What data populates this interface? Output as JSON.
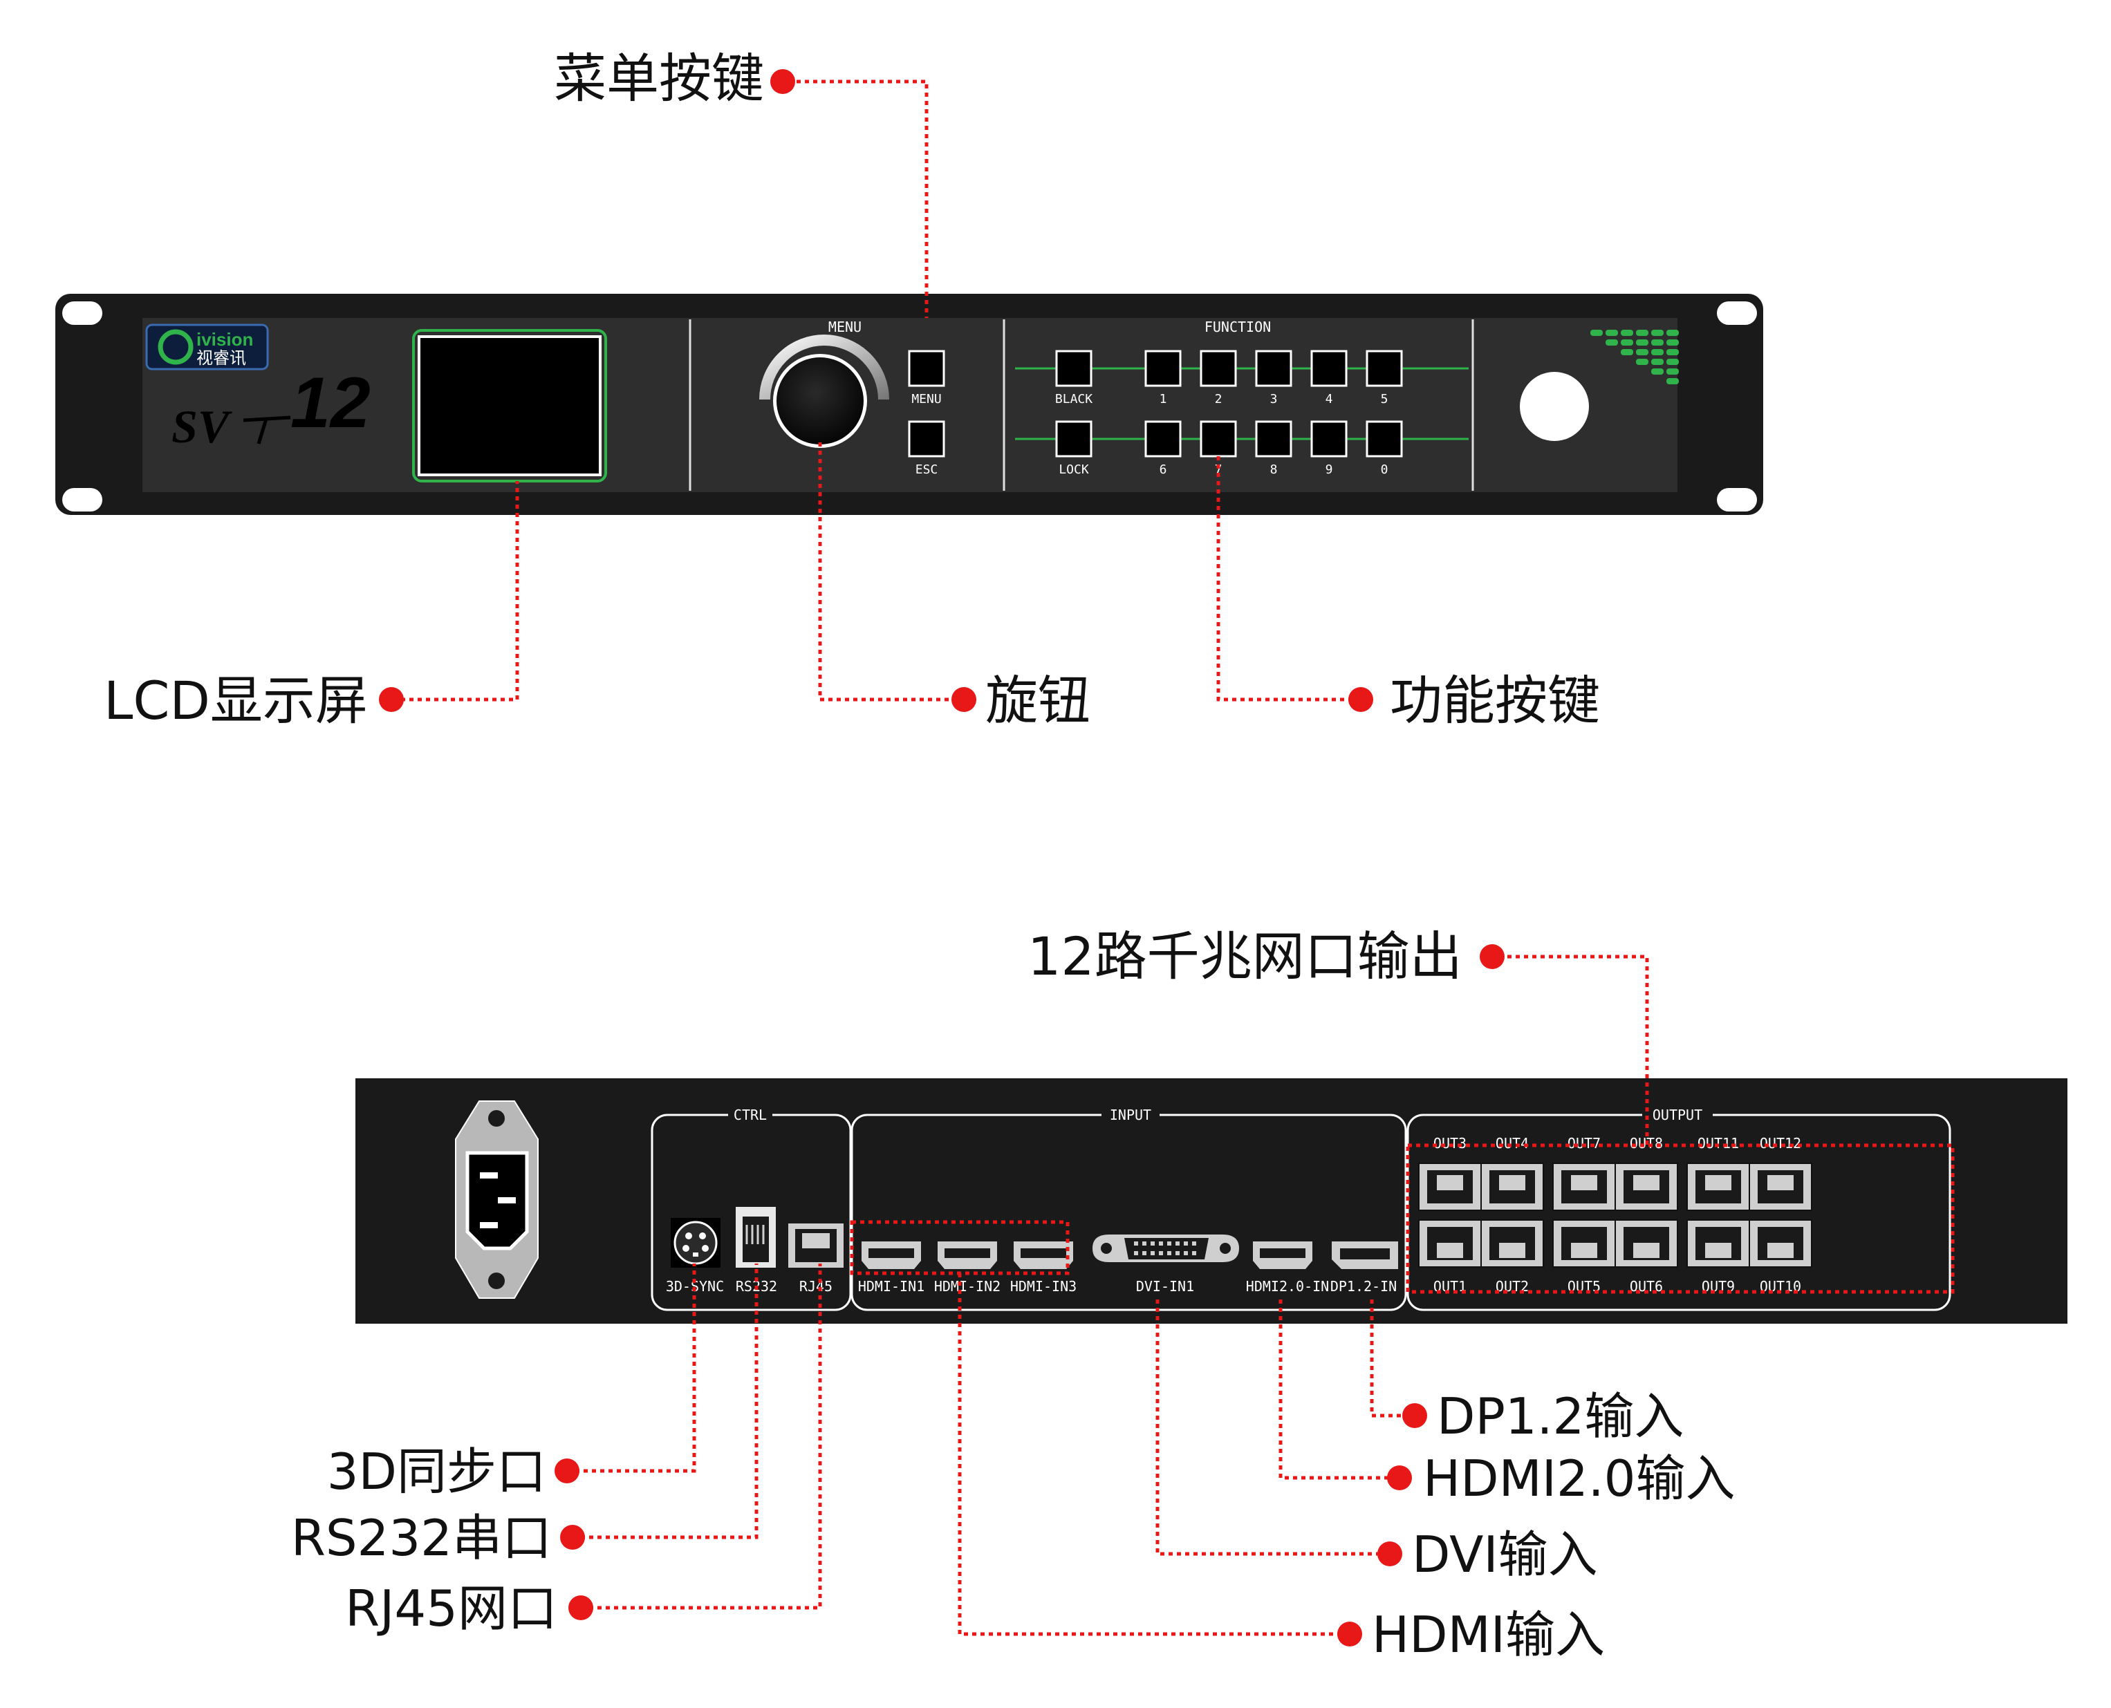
{
  "colors": {
    "callout": "#e81818",
    "panel": "#1a1a1a",
    "inner_panel": "#2e2e2e",
    "accent_green": "#2fb34a",
    "port_gray": "#cfcfcf"
  },
  "front": {
    "brand_en": "ivision",
    "brand_cn": "视睿讯",
    "model_main": "SV",
    "model_sub": "12",
    "menu_caption": "MENU",
    "function_caption": "FUNCTION",
    "menu_button": "MENU",
    "esc_button": "ESC",
    "black_button": "BLACK",
    "lock_button": "LOCK",
    "top_keys": [
      "1",
      "2",
      "3",
      "4",
      "5"
    ],
    "bottom_keys": [
      "6",
      "7",
      "8",
      "9",
      "0"
    ]
  },
  "rear": {
    "ctrl_group": "CTRL",
    "input_group": "INPUT",
    "output_group": "OUTPUT",
    "ctrl_ports": [
      "3D-SYNC",
      "RS232",
      "RJ45"
    ],
    "hdmi_ports": [
      "HDMI-IN1",
      "HDMI-IN2",
      "HDMI-IN3"
    ],
    "dvi_port": "DVI-IN1",
    "hdmi20_port": "HDMI2.0-IN",
    "dp_port": "DP1.2-IN",
    "out_top": [
      "OUT3",
      "OUT4",
      "OUT7",
      "OUT8",
      "OUT11",
      "OUT12"
    ],
    "out_bottom": [
      "OUT1",
      "OUT2",
      "OUT5",
      "OUT6",
      "OUT9",
      "OUT10"
    ]
  },
  "callouts": {
    "menu_keys": "菜单按键",
    "lcd": "LCD显示屏",
    "knob": "旋钮",
    "function_keys": "功能按键",
    "gigabit_out": "12路千兆网口输出",
    "dp_in": "DP1.2输入",
    "hdmi20_in": "HDMI2.0输入",
    "dvi_in": "DVI输入",
    "hdmi_in": "HDMI输入",
    "sync3d": "3D同步口",
    "rs232": "RS232串口",
    "rj45": "RJ45网口"
  }
}
